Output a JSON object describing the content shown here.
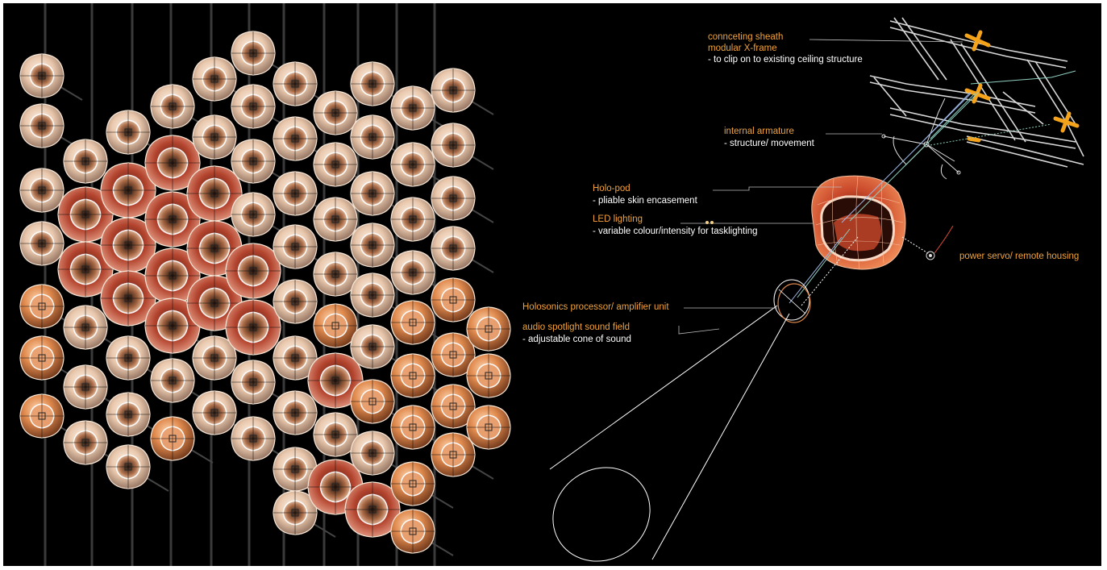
{
  "colors": {
    "background": "#000000",
    "accent_label": "#f2a23a",
    "label_text": "#ffffff",
    "pod_copper": "#e07a3c",
    "pod_red": "#c2442c",
    "pod_cream": "#f1dcc8",
    "frame_orange": "#f5a31a"
  },
  "callouts": {
    "sheath": {
      "title_1": "connceting sheath",
      "title_2": "modular X-frame",
      "desc": "- to clip on to existing ceiling structure"
    },
    "armature": {
      "title": "internal armature",
      "desc": "- structure/ movement"
    },
    "holopod": {
      "title": "Holo-pod",
      "desc": "- pliable skin encasement"
    },
    "led": {
      "title": "LED lighting",
      "desc": "- variable  colour/intensity for tasklighting"
    },
    "servo": {
      "title": "power servo/ remote housing"
    },
    "processor": {
      "title": "Holosonics processor/ amplifier unit"
    },
    "audio": {
      "title": "audio spotlight  sound field",
      "desc": "- adjustable cone of sound"
    }
  },
  "icons": {
    "pod_array": "holo-pod-array-render",
    "exploded": "holo-pod-exploded-diagram"
  }
}
